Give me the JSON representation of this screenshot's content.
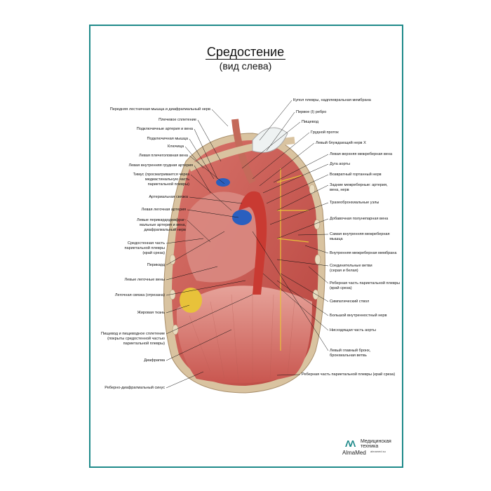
{
  "title": "Средостение",
  "subtitle": "(вид слева)",
  "left_labels": [
    "Передняя лестничная мышца и диафрагмальный нерв",
    "Плечевое сплетение",
    "Подключичные артерия и вена",
    "Подключичная мышца",
    "Ключица",
    "Левая плечеголовная вена",
    "Левая внутренняя грудная артерия",
    "Тимус (просматривается через\nмедиастинальную часть\nпариетальной плевры)",
    "Артериальная связка",
    "Левая легочная артерия",
    "Левые перикардодиафраг-\nмальные артерия и вена,\nдиафрагмальный нерв",
    "Средостенная часть\nпариетальной плевры\n(край среза)",
    "Перикард",
    "Левые легочные вены",
    "Легочная связка (отрезана)",
    "Жировая ткань",
    "Пищевод и пищеводное сплетение\n(покрыты средостенной частью\nпариетальной плевры)",
    "Диафрагма",
    "Реберно-диафрагмальный синус"
  ],
  "right_labels": [
    "Купол плевры, надплевральная мембрана",
    "Первое (I) ребро",
    "Пищевод",
    "Грудной проток",
    "Левый блуждающий нерв X",
    "Левая верхняя межреберная вена",
    "Дуга аорты",
    "Возвратный гортанный нерв",
    "Задние межреберные: артерия,\nвена, нерв",
    "Трахеобронхиальные узлы",
    "Добавочная полунепарная вена",
    "Самая внутренняя межреберная\nмышца",
    "Внутренняя межреберная мембрана",
    "Соединительные ветви\n(серая и белая)",
    "Реберная часть париетальной плевры\n(край среза)",
    "Симпатический ствол",
    "Большой внутренностный нерв",
    "Нисходящая часть аорты",
    "Левый главный бронх,\nбронхиальная ветвь",
    "Реберная часть париетальной плевры (край среза)"
  ],
  "logo": {
    "brand": "AlmaMed",
    "tagline": "Медицинская\nтехника",
    "site": "almamed.su"
  },
  "colors": {
    "frame": "#1f8a8a",
    "muscle": "#c9564f",
    "bone": "#d9c3a0",
    "vein": "#2a5fbf",
    "fat": "#e8c23a"
  }
}
